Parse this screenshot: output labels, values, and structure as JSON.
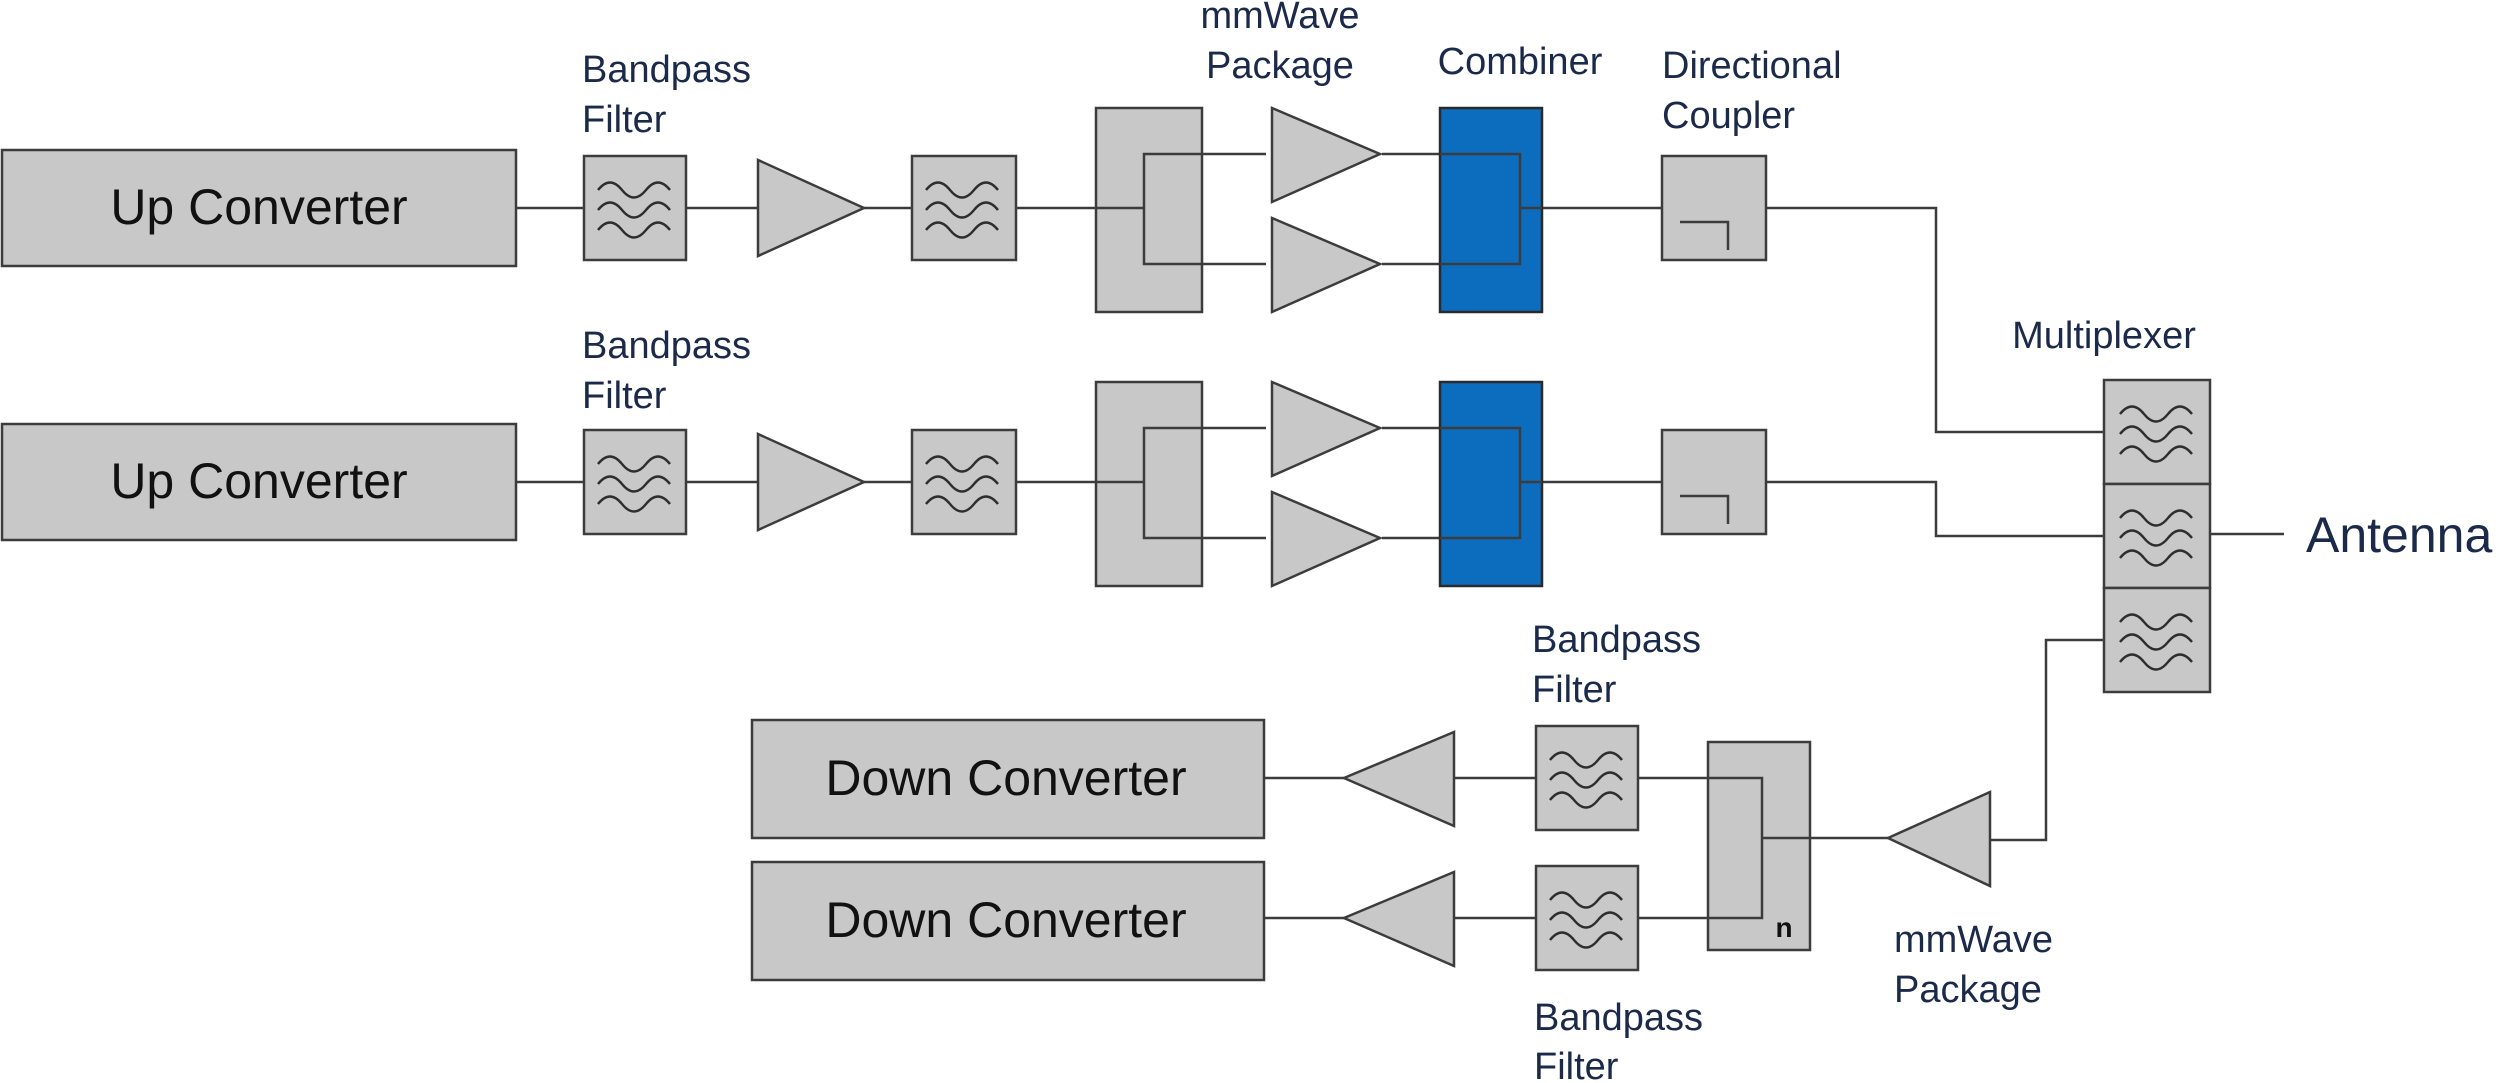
{
  "blocks": {
    "up_converter_1": "Up Converter",
    "up_converter_2": "Up Converter",
    "down_converter_1": "Down Converter",
    "down_converter_2": "Down Converter"
  },
  "labels": {
    "bandpass_filter_tx1": [
      "Bandpass",
      "Filter"
    ],
    "bandpass_filter_tx2": [
      "Bandpass",
      "Filter"
    ],
    "mmwave_package_tx": [
      "mmWave",
      "Package"
    ],
    "combiner": "Combiner",
    "directional_coupler": [
      "Directional",
      "Coupler"
    ],
    "multiplexer": "Multiplexer",
    "antenna": "Antenna",
    "bandpass_filter_rx1": [
      "Bandpass",
      "Filter"
    ],
    "bandpass_filter_rx2": [
      "Bandpass",
      "Filter"
    ],
    "mmwave_package_rx": [
      "mmWave",
      "Package"
    ],
    "splitter_n": "n"
  },
  "colors": {
    "block_fill": "#c8c8c8",
    "combiner_fill": "#0c6dbe",
    "label_text": "#1b2a4a"
  },
  "icons": {
    "filter": "bandpass-filter-icon",
    "amplifier": "amplifier-triangle-icon",
    "coupler": "directional-coupler-icon"
  }
}
